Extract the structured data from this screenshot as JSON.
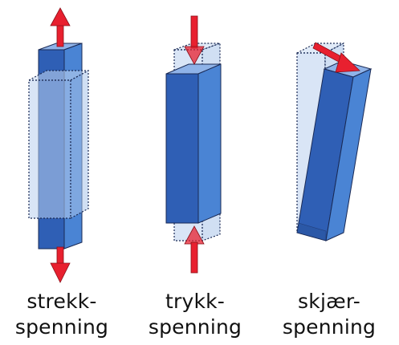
{
  "captions": {
    "tension": {
      "line1": "strekk-",
      "line2": "spenning"
    },
    "compression": {
      "line1": "trykk-",
      "line2": "spenning"
    },
    "shear": {
      "line1": "skjær-",
      "line2": "spenning"
    }
  },
  "colors": {
    "block_front": "#2f5fb5",
    "block_side": "#4a84d4",
    "block_top": "#8fb3e8",
    "ghost_fill": "#b9cfee",
    "arrow": "#e8202f",
    "outline": "#1a2a55"
  },
  "icons": {
    "tension_arrows": "arrows-pointing-outward",
    "compression_arrows": "arrows-pointing-inward",
    "shear_arrow": "arrow-pointing-right"
  }
}
